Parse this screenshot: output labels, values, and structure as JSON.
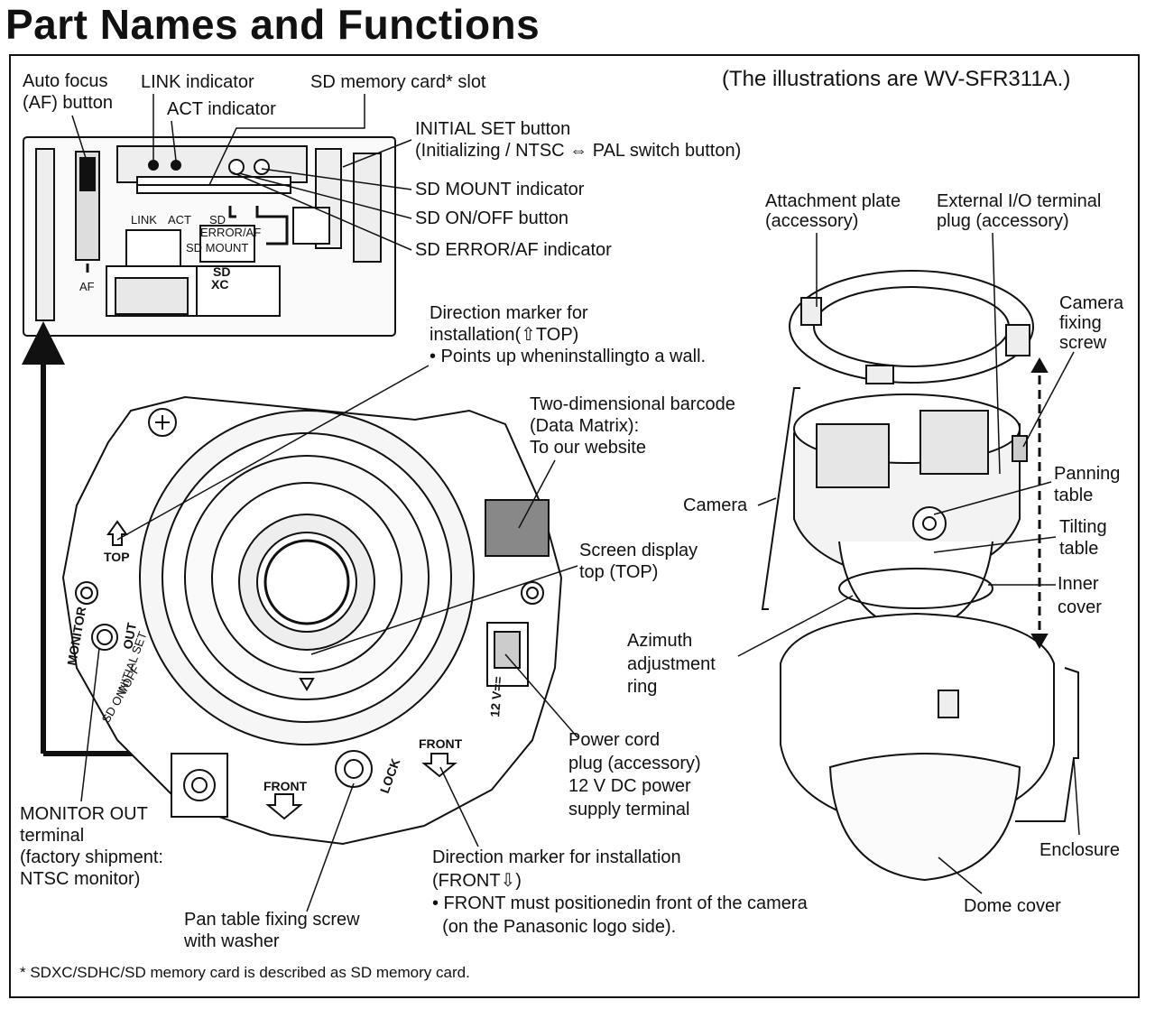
{
  "title": "Part Names and Functions",
  "note": "(The illustrations are WV-SFR311A.)",
  "footnote": "* SDXC/SDHC/SD memory card is described as SD memory card.",
  "labels": {
    "af_button": [
      "Auto focus",
      "(AF) button"
    ],
    "link_indicator": "LINK indicator",
    "act_indicator": "ACT indicator",
    "sd_slot": "SD memory card* slot",
    "initial_set": [
      "INITIAL SET button",
      "(Initializing / NTSC ⇔ PAL switch button)"
    ],
    "sd_mount": "SD MOUNT indicator",
    "sd_onoff": "SD ON/OFF button",
    "sd_error": "SD ERROR/AF indicator",
    "direction_top": [
      "Direction marker for",
      "installation(⇧TOP)",
      "• Points up wheninstallingto a wall."
    ],
    "barcode": [
      "Two-dimensional barcode",
      "(Data Matrix):",
      "To our website"
    ],
    "screen_top": [
      "Screen display",
      "top (TOP)"
    ],
    "power_cord": [
      "Power cord",
      "plug (accessory)",
      "12 V DC power",
      "supply terminal"
    ],
    "direction_front": [
      "Direction marker for installation",
      "(FRONT⇩)",
      "• FRONT must positionedin front of the camera",
      "  (on the Panasonic logo side)."
    ],
    "pan_screw": [
      "Pan table fixing screw",
      "with washer"
    ],
    "monitor_out": [
      "MONITOR OUT",
      "terminal",
      "(factory shipment:",
      "NTSC monitor)"
    ],
    "attachment_plate": [
      "Attachment plate",
      "(accessory)"
    ],
    "ext_io": [
      "External I/O terminal",
      "plug (accessory)"
    ],
    "camera_fixing": [
      "Camera",
      "fixing",
      "screw"
    ],
    "camera": "Camera",
    "panning_table": [
      "Panning",
      "table"
    ],
    "tilting_table": [
      "Tilting",
      "table"
    ],
    "inner_cover": [
      "Inner",
      "cover"
    ],
    "azimuth": [
      "Azimuth",
      "adjustment",
      "ring"
    ],
    "enclosure": "Enclosure",
    "dome_cover": "Dome cover"
  },
  "inset_marks": {
    "link": "LINK",
    "act": "ACT",
    "sd_error": "SD",
    "error_af": "ERROR/AF",
    "sd_mount": "SD MOUNT",
    "af": "AF",
    "sdxc_top": "SD",
    "sdxc_bottom": "XC"
  },
  "body_marks": {
    "top": "TOP",
    "front_left": "FRONT",
    "front_right": "FRONT",
    "lock": "LOCK",
    "monitor": "MONITOR",
    "out": "OUT",
    "initial_set": "INITIAL SET",
    "sd_on_off": "SD ON/OFF",
    "dc12v": "12 V=="
  }
}
